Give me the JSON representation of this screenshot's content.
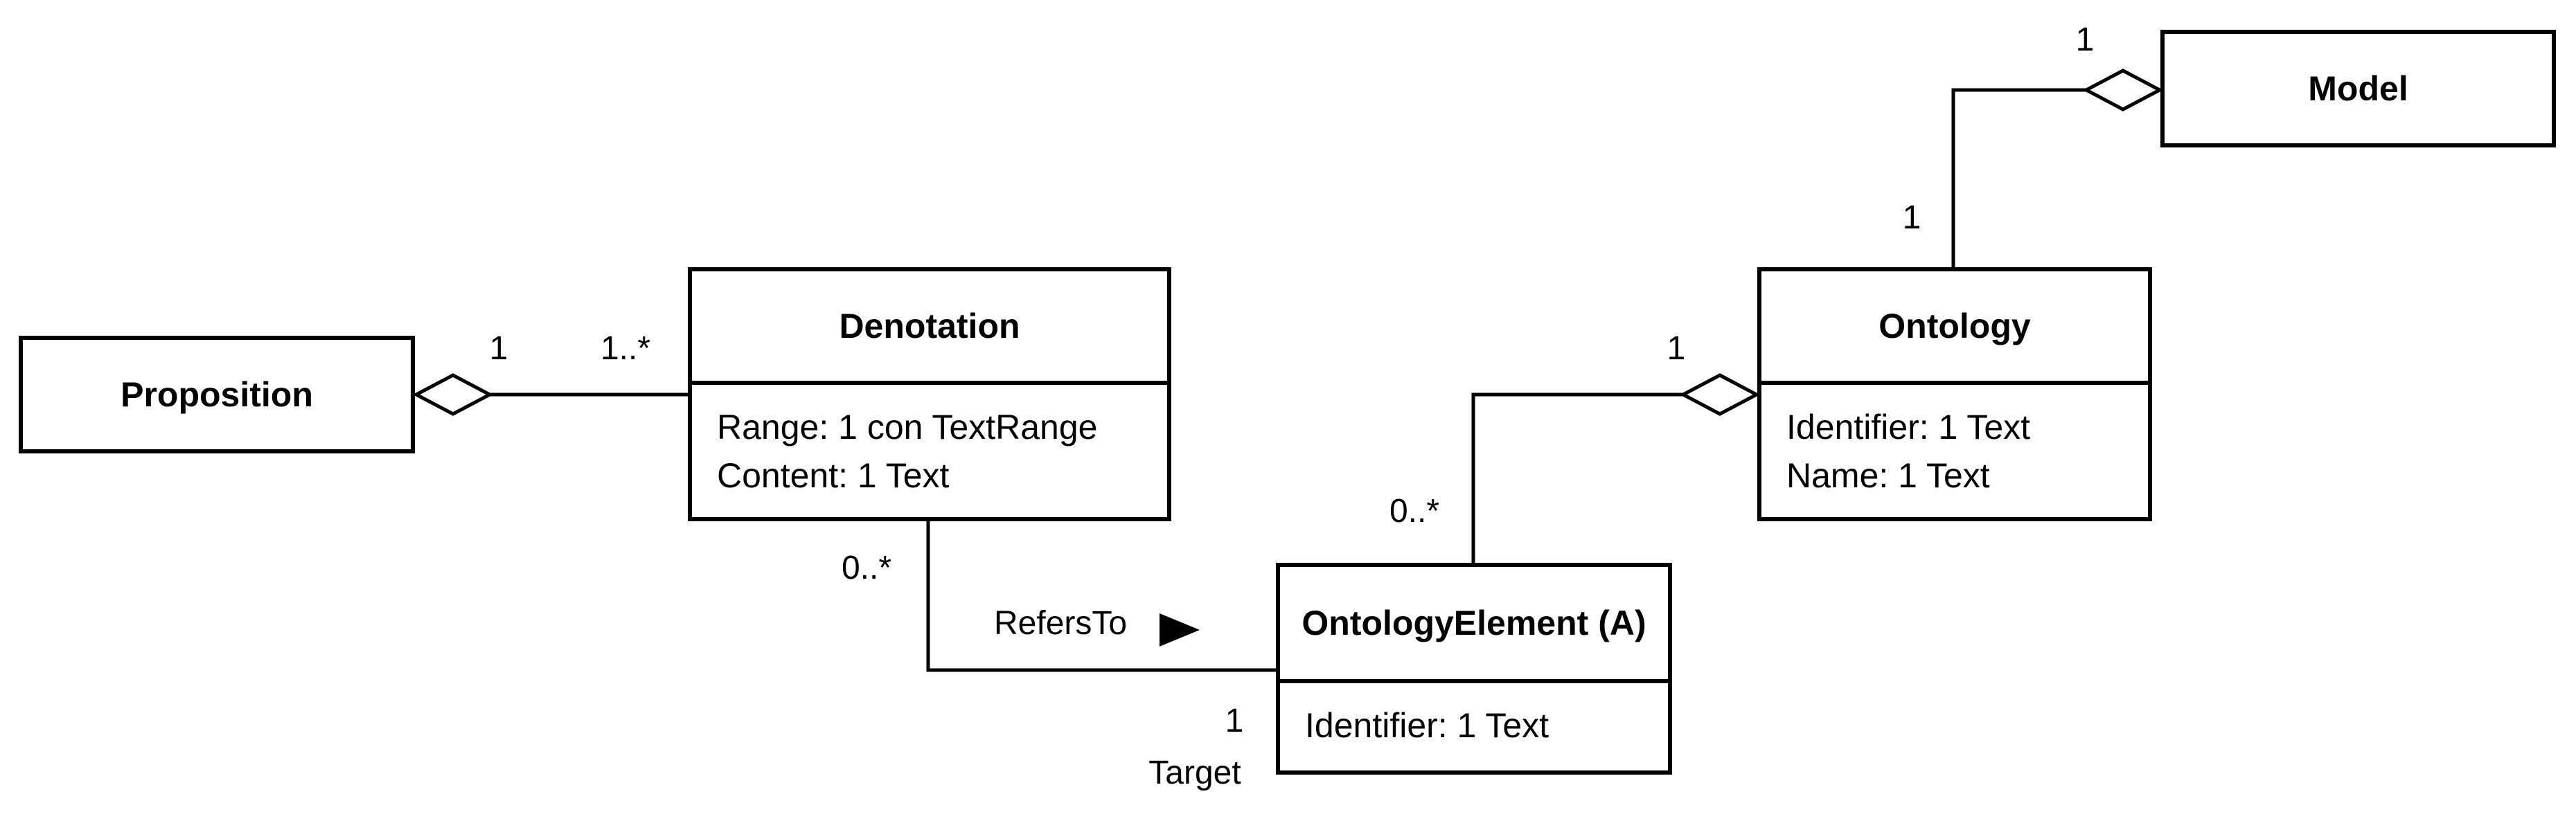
{
  "diagram": {
    "type": "uml-class-diagram",
    "colors": {
      "stroke": "#000000",
      "background": "#ffffff"
    },
    "classes": [
      {
        "name": "Proposition",
        "attributes": []
      },
      {
        "name": "Denotation",
        "attributes": [
          "Range: 1 con TextRange",
          "Content: 1 Text"
        ]
      },
      {
        "name": "OntologyElement (A)",
        "attributes": [
          "Identifier: 1 Text"
        ]
      },
      {
        "name": "Ontology",
        "attributes": [
          "Identifier: 1 Text",
          "Name: 1 Text"
        ]
      },
      {
        "name": "Model",
        "attributes": []
      }
    ],
    "associations": [
      {
        "name": "",
        "from": "Proposition",
        "to": "Denotation",
        "kind": "aggregation",
        "from_multiplicity": "1",
        "to_multiplicity": "1..*"
      },
      {
        "name": "RefersTo",
        "from": "Denotation",
        "to": "OntologyElement (A)",
        "kind": "directed-association",
        "from_multiplicity": "0..*",
        "to_multiplicity": "1",
        "to_role": "Target"
      },
      {
        "name": "",
        "from": "Ontology",
        "to": "OntologyElement (A)",
        "kind": "aggregation",
        "from_multiplicity": "1",
        "to_multiplicity": "0..*"
      },
      {
        "name": "",
        "from": "Model",
        "to": "Ontology",
        "kind": "aggregation",
        "from_multiplicity": "1",
        "to_multiplicity": "1"
      }
    ],
    "labels": {
      "prop_whole_mult": "1",
      "denotation_mult": "1..*",
      "denotation_refers_mult": "0..*",
      "refers_to_name": "RefersTo",
      "target_mult": "1",
      "target_role": "Target",
      "element_ontology_mult": "0..*",
      "ontology_whole_mult": "1",
      "ontology_part_mult": "1",
      "model_whole_mult": "1"
    }
  }
}
